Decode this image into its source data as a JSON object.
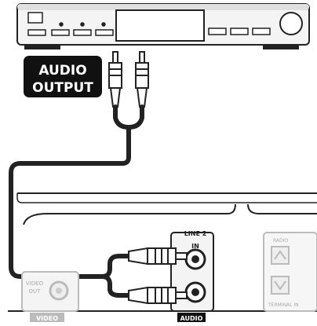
{
  "output_label": {
    "line1": "AUDIO",
    "line2": "OUTPUT"
  },
  "recorder_panel": {
    "line2_label": "LINE 2",
    "in_label": "IN",
    "audio_label": "AUDIO",
    "video_out_line1": "VIDEO",
    "video_out_line2": "OUT",
    "video_label": "VIDEO",
    "right_box_top_label": "RADIO",
    "right_box_bottom_label": "TERMINAL IN"
  },
  "colors": {
    "line": "#222222",
    "label_bg": "#111111",
    "label_text": "#ffffff",
    "panel_fill": "#f2f2f2",
    "faded": "#bbbbbb"
  }
}
